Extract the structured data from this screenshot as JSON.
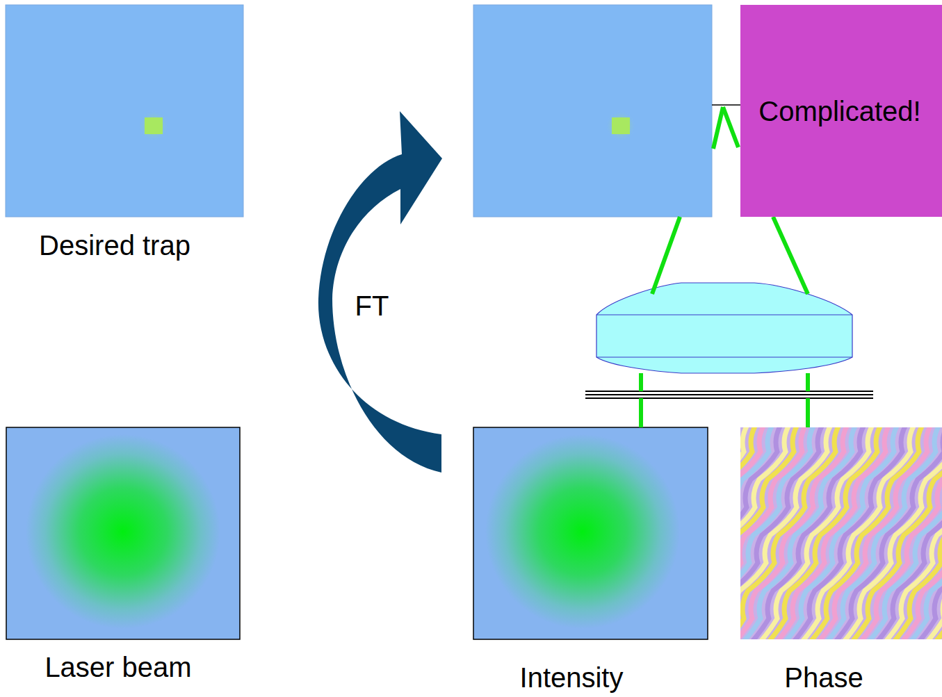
{
  "diagram": {
    "nodes": [
      {
        "text": [
          "Desired trap"
        ]
      },
      {
        "text": [
          "Complicated!"
        ]
      },
      {
        "text": [
          "Laser beam"
        ]
      },
      {
        "text": [
          "Intensity"
        ]
      },
      {
        "text": [
          "Phase"
        ]
      }
    ],
    "labels": [
      "FT"
    ]
  }
}
